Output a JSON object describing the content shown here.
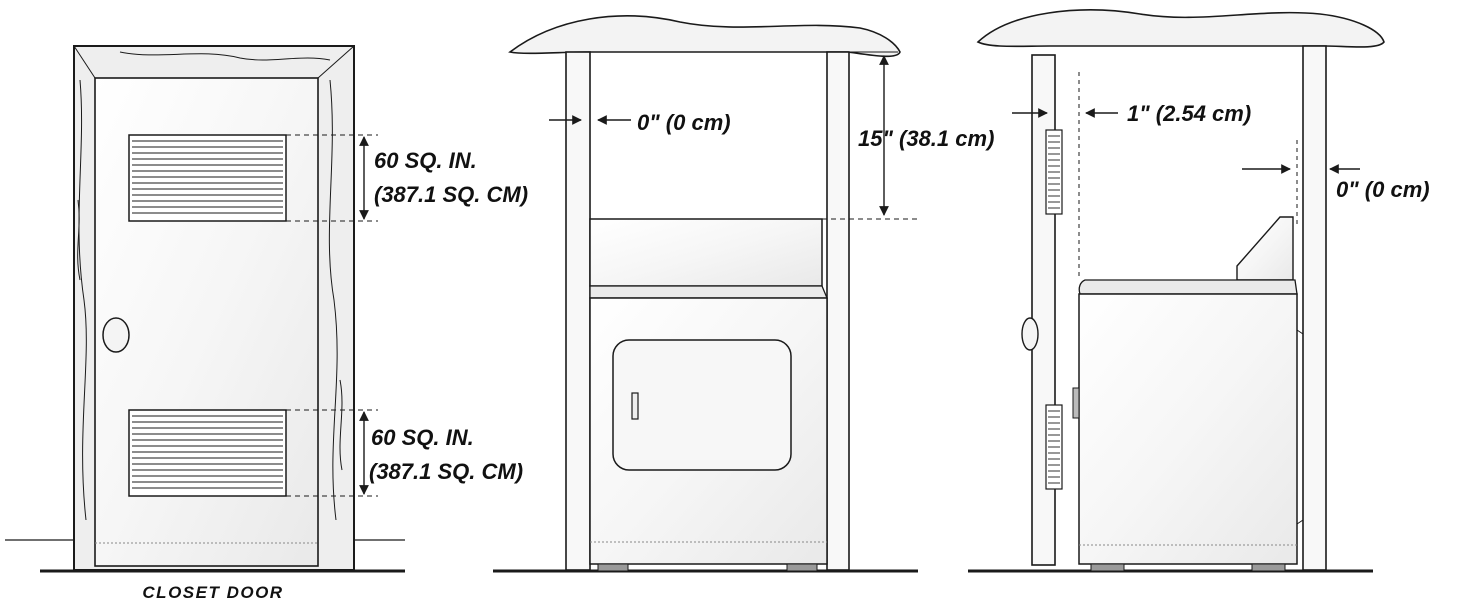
{
  "door": {
    "upper_vent_area": "60 SQ. IN.",
    "upper_vent_area_metric": "(387.1 SQ. CM)",
    "lower_vent_area": "60 SQ. IN.",
    "lower_vent_area_metric": "(387.1 SQ. CM)",
    "caption": "CLOSET DOOR"
  },
  "front_view": {
    "side_clearance": "0\" (0 cm)",
    "top_clearance": "15\" (38.1 cm)"
  },
  "side_view": {
    "front_clearance": "1\" (2.54 cm)",
    "rear_clearance": "0\" (0  cm)"
  },
  "colors": {
    "line": "#1a1a1a",
    "panel_fill": "#f4f4f4",
    "foot_fill": "#9a9a9a"
  }
}
